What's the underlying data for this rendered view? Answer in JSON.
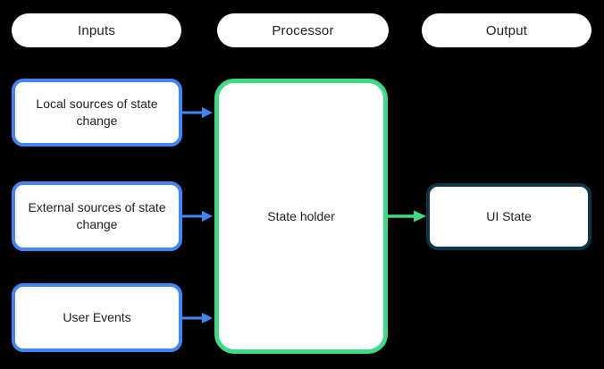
{
  "diagram": {
    "description": "UI state production flow diagram",
    "columns": [
      {
        "id": "inputs",
        "label": "Inputs"
      },
      {
        "id": "processor",
        "label": "Processor"
      },
      {
        "id": "output",
        "label": "Output"
      }
    ],
    "inputs": [
      {
        "label": "Local sources of state change"
      },
      {
        "label": "External sources of state change"
      },
      {
        "label": "User Events"
      }
    ],
    "processor": {
      "label": "State holder"
    },
    "output": {
      "label": "UI State"
    },
    "arrows": [
      {
        "from": "local-sources-of-state-change",
        "to": "state-holder",
        "color": "#4285F4"
      },
      {
        "from": "external-sources-of-state-change",
        "to": "state-holder",
        "color": "#4285F4"
      },
      {
        "from": "user-events",
        "to": "state-holder",
        "color": "#4285F4"
      },
      {
        "from": "state-holder",
        "to": "ui-state",
        "color": "#3DDC84"
      }
    ],
    "colors": {
      "background": "#000000",
      "node_fill": "#FFFFFF",
      "text": "#202124",
      "input_border_blue": "#4285F4",
      "processor_border_green": "#3DDC84",
      "output_border_teal": "#0F3646",
      "arrow_blue": "#4285F4",
      "arrow_green": "#3DDC84"
    }
  }
}
